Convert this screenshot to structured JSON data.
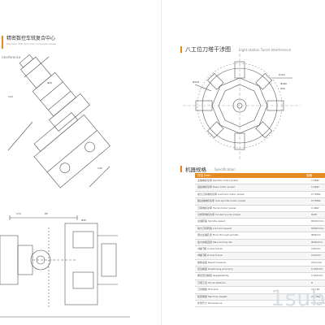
{
  "brand": {
    "title": "精密数控车铣复合中心",
    "subtitle": "Precision CNC turn-mill composite center"
  },
  "left": {
    "subtitle": "nterference"
  },
  "right": {
    "section1_title": "八工位刀塔干涉图",
    "section1_en": "Eight-station Turret Interference",
    "section2_title": "机器规格",
    "section2_en": "Specification"
  },
  "spec_table": {
    "col1": "项目 Item",
    "col2": "规格 Specification",
    "rows": [
      {
        "item": "主轴电机功率 Spindle motor power",
        "value": "1.5KW"
      },
      {
        "item": "进给电机功率 Feed motor power",
        "value": "1.0KW"
      },
      {
        "item": "动力刀具电机功率 Live tool motor power",
        "value": "0.75KW"
      },
      {
        "item": "副主轴电机功率 Sub spindle motor power",
        "value": "0.75KW"
      },
      {
        "item": "刀塔电机功率 Turret motor power",
        "value": "0.4KW"
      },
      {
        "item": "冷却泵电机功率 Coolant pump power",
        "value": "90W"
      },
      {
        "item": "主轴转速 Spindle speed",
        "value": "8000r/min"
      },
      {
        "item": "动力刀具转速 Live tool speed",
        "value": "6000r/min"
      },
      {
        "item": "通过主轴孔径 Bore through spindle",
        "value": "Φ26mm"
      },
      {
        "item": "最大车削直径 Max turning dia.",
        "value": "Φ160mm"
      },
      {
        "item": "X轴行程 X-axis travel",
        "value": "140mm"
      },
      {
        "item": "Z轴行程 Z-axis travel",
        "value": "150mm"
      },
      {
        "item": "快移速度 Rapid traverse",
        "value": "20m/min"
      },
      {
        "item": "定位精度 Positioning accuracy",
        "value": "0.005mm"
      },
      {
        "item": "重复定位精度 Repeatability",
        "value": "0.003mm"
      },
      {
        "item": "刀塔工位 Turret stations",
        "value": "8"
      },
      {
        "item": "刀具规格 Tool size",
        "value": "16×16"
      },
      {
        "item": "机床重量 Machine weight",
        "value": "2600kg"
      },
      {
        "item": "外形尺寸 Dimensions",
        "value": "1.8×1.5×1.7m"
      }
    ]
  },
  "watermark": "1sub",
  "colors": {
    "accent": "#e58a1f",
    "line": "#555555"
  }
}
